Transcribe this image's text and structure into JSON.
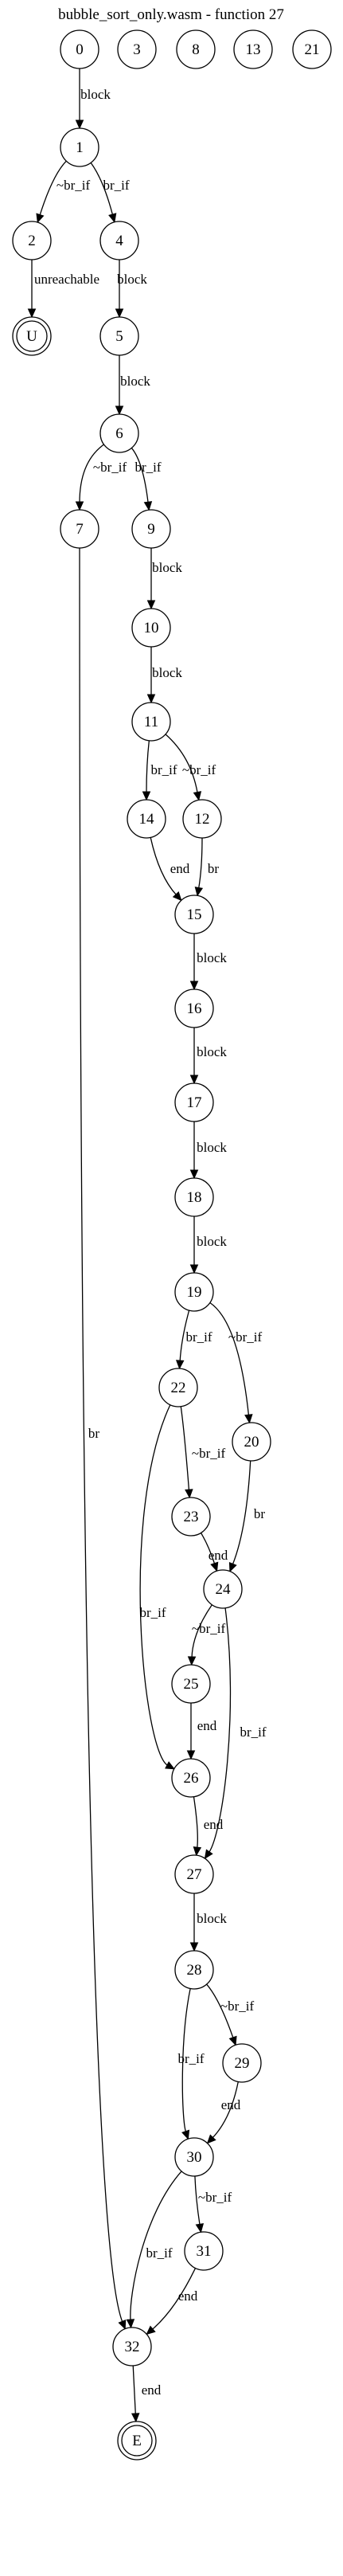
{
  "title": "bubble_sort_only.wasm - function 27",
  "nodes": [
    {
      "id": "0",
      "label": "0"
    },
    {
      "id": "3",
      "label": "3"
    },
    {
      "id": "8",
      "label": "8"
    },
    {
      "id": "13",
      "label": "13"
    },
    {
      "id": "21",
      "label": "21"
    },
    {
      "id": "1",
      "label": "1"
    },
    {
      "id": "2",
      "label": "2"
    },
    {
      "id": "4",
      "label": "4"
    },
    {
      "id": "U",
      "label": "U",
      "terminal": true
    },
    {
      "id": "5",
      "label": "5"
    },
    {
      "id": "6",
      "label": "6"
    },
    {
      "id": "7",
      "label": "7"
    },
    {
      "id": "9",
      "label": "9"
    },
    {
      "id": "10",
      "label": "10"
    },
    {
      "id": "11",
      "label": "11"
    },
    {
      "id": "14",
      "label": "14"
    },
    {
      "id": "12",
      "label": "12"
    },
    {
      "id": "15",
      "label": "15"
    },
    {
      "id": "16",
      "label": "16"
    },
    {
      "id": "17",
      "label": "17"
    },
    {
      "id": "18",
      "label": "18"
    },
    {
      "id": "19",
      "label": "19"
    },
    {
      "id": "22",
      "label": "22"
    },
    {
      "id": "20",
      "label": "20"
    },
    {
      "id": "23",
      "label": "23"
    },
    {
      "id": "24",
      "label": "24"
    },
    {
      "id": "25",
      "label": "25"
    },
    {
      "id": "26",
      "label": "26"
    },
    {
      "id": "27",
      "label": "27"
    },
    {
      "id": "28",
      "label": "28"
    },
    {
      "id": "29",
      "label": "29"
    },
    {
      "id": "30",
      "label": "30"
    },
    {
      "id": "31",
      "label": "31"
    },
    {
      "id": "32",
      "label": "32"
    },
    {
      "id": "E",
      "label": "E",
      "terminal": true
    }
  ],
  "edges": [
    {
      "from": "0",
      "to": "1",
      "label": "block"
    },
    {
      "from": "1",
      "to": "2",
      "label": "~br_if"
    },
    {
      "from": "1",
      "to": "4",
      "label": "br_if"
    },
    {
      "from": "2",
      "to": "U",
      "label": "unreachable"
    },
    {
      "from": "4",
      "to": "5",
      "label": "block"
    },
    {
      "from": "5",
      "to": "6",
      "label": "block"
    },
    {
      "from": "6",
      "to": "7",
      "label": "~br_if"
    },
    {
      "from": "6",
      "to": "9",
      "label": "br_if"
    },
    {
      "from": "7",
      "to": "32",
      "label": "br"
    },
    {
      "from": "9",
      "to": "10",
      "label": "block"
    },
    {
      "from": "10",
      "to": "11",
      "label": "block"
    },
    {
      "from": "11",
      "to": "14",
      "label": "br_if"
    },
    {
      "from": "11",
      "to": "12",
      "label": "~br_if"
    },
    {
      "from": "14",
      "to": "15",
      "label": "end"
    },
    {
      "from": "12",
      "to": "15",
      "label": "br"
    },
    {
      "from": "15",
      "to": "16",
      "label": "block"
    },
    {
      "from": "16",
      "to": "17",
      "label": "block"
    },
    {
      "from": "17",
      "to": "18",
      "label": "block"
    },
    {
      "from": "18",
      "to": "19",
      "label": "block"
    },
    {
      "from": "19",
      "to": "22",
      "label": "br_if"
    },
    {
      "from": "19",
      "to": "20",
      "label": "~br_if"
    },
    {
      "from": "22",
      "to": "23",
      "label": "~br_if"
    },
    {
      "from": "22",
      "to": "26",
      "label": "br_if"
    },
    {
      "from": "23",
      "to": "24",
      "label": "end"
    },
    {
      "from": "20",
      "to": "24",
      "label": "br"
    },
    {
      "from": "24",
      "to": "25",
      "label": "~br_if"
    },
    {
      "from": "24",
      "to": "27",
      "label": "br_if"
    },
    {
      "from": "25",
      "to": "26",
      "label": "end"
    },
    {
      "from": "26",
      "to": "27",
      "label": "end"
    },
    {
      "from": "27",
      "to": "28",
      "label": "block"
    },
    {
      "from": "28",
      "to": "30",
      "label": "br_if"
    },
    {
      "from": "28",
      "to": "29",
      "label": "~br_if"
    },
    {
      "from": "29",
      "to": "30",
      "label": "end"
    },
    {
      "from": "30",
      "to": "32",
      "label": "br_if"
    },
    {
      "from": "30",
      "to": "31",
      "label": "~br_if"
    },
    {
      "from": "31",
      "to": "32",
      "label": "end"
    },
    {
      "from": "32",
      "to": "E",
      "label": "end"
    }
  ]
}
